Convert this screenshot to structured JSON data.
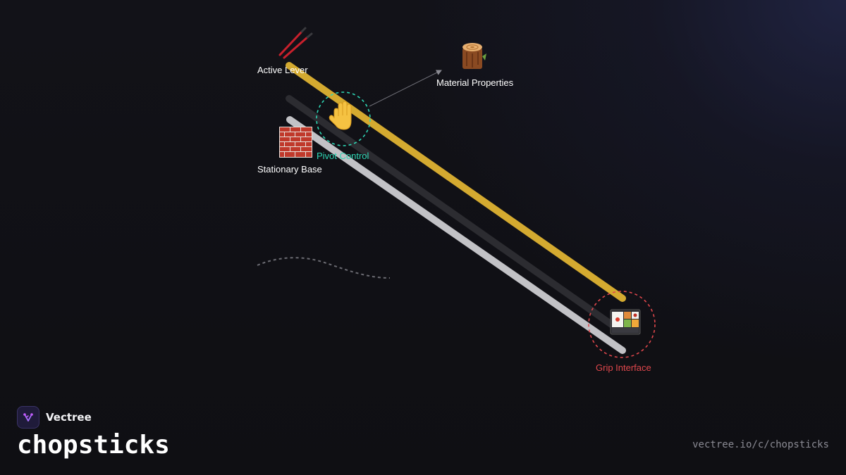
{
  "diagram": {
    "labels": {
      "active_lever": "Active Lever",
      "material_properties": "Material Properties",
      "pivot_control": "Pivot Control",
      "stationary_base": "Stationary Base",
      "grip_interface": "Grip Interface"
    },
    "icons": {
      "active_lever": "chopsticks-icon",
      "material_properties": "wood-icon",
      "pivot_control": "raised-hand-icon",
      "stationary_base": "brick-icon",
      "grip_interface": "bento-box-icon"
    },
    "colors": {
      "active_stick": "#d4aa30",
      "middle_stick": "#2c2c31",
      "base_stick": "#c2c2c6",
      "pivot_accent": "#2ed6b4",
      "grip_accent": "#e0474c",
      "label_text": "#ffffff"
    }
  },
  "branding": {
    "logo_icon": "vectree-logo-icon",
    "brand_name": "Vectree",
    "title": "chopsticks",
    "url": "vectree.io/c/chopsticks"
  }
}
